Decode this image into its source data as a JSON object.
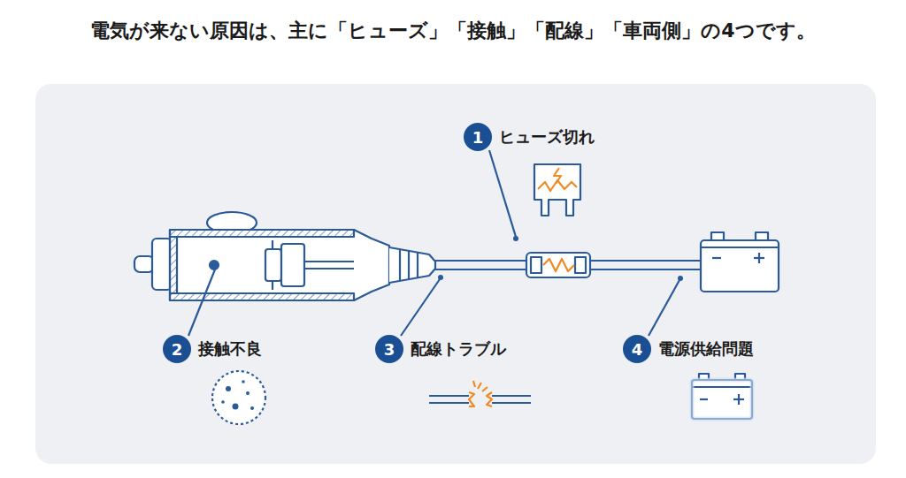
{
  "diagram": {
    "title": "電気が来ない原因は、主に「ヒューズ」「接触」「配線」「車両側」の4つです。",
    "nodes": [
      {
        "text": [
          "1",
          "ヒューズ切れ"
        ]
      },
      {
        "text": [
          "2",
          "接触不良"
        ]
      },
      {
        "text": [
          "3",
          "配線トラブル"
        ]
      },
      {
        "text": [
          "4",
          "電源供給問題"
        ]
      }
    ]
  }
}
